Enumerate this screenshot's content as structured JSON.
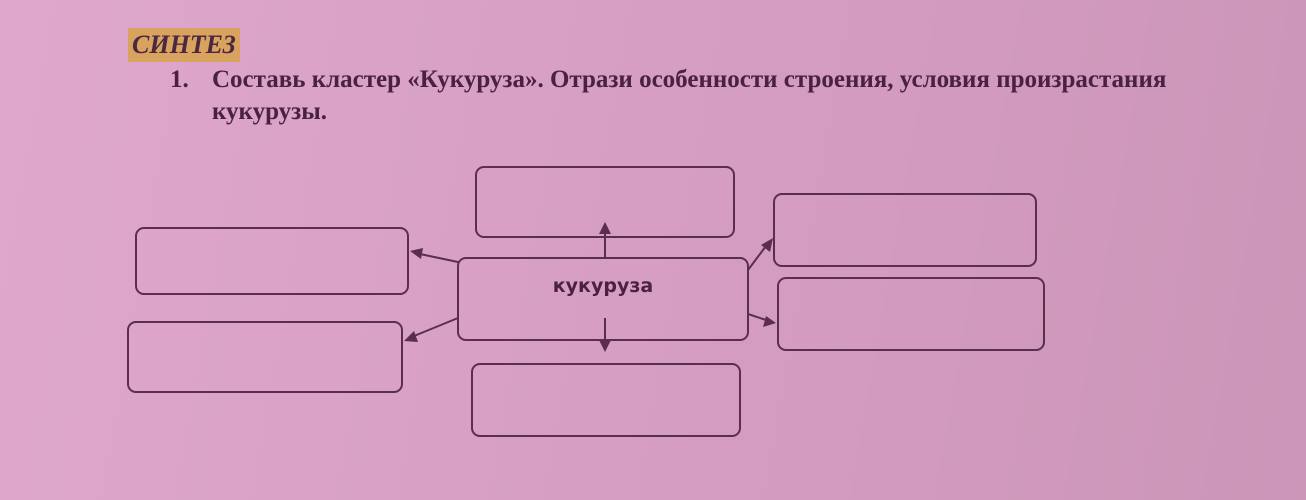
{
  "section": {
    "title": "СИНТЕЗ"
  },
  "task": {
    "number": "1.",
    "text": "Составь кластер «Кукуруза». Отрази особенности строения, условия произрастания кукурузы."
  },
  "cluster": {
    "center_label": "кукуруза",
    "answer_boxes": [
      "",
      "",
      "",
      "",
      "",
      ""
    ]
  },
  "colors": {
    "paper": "#dca2c8",
    "ink": "#5a2e4c",
    "highlight": "#d8a35e"
  }
}
